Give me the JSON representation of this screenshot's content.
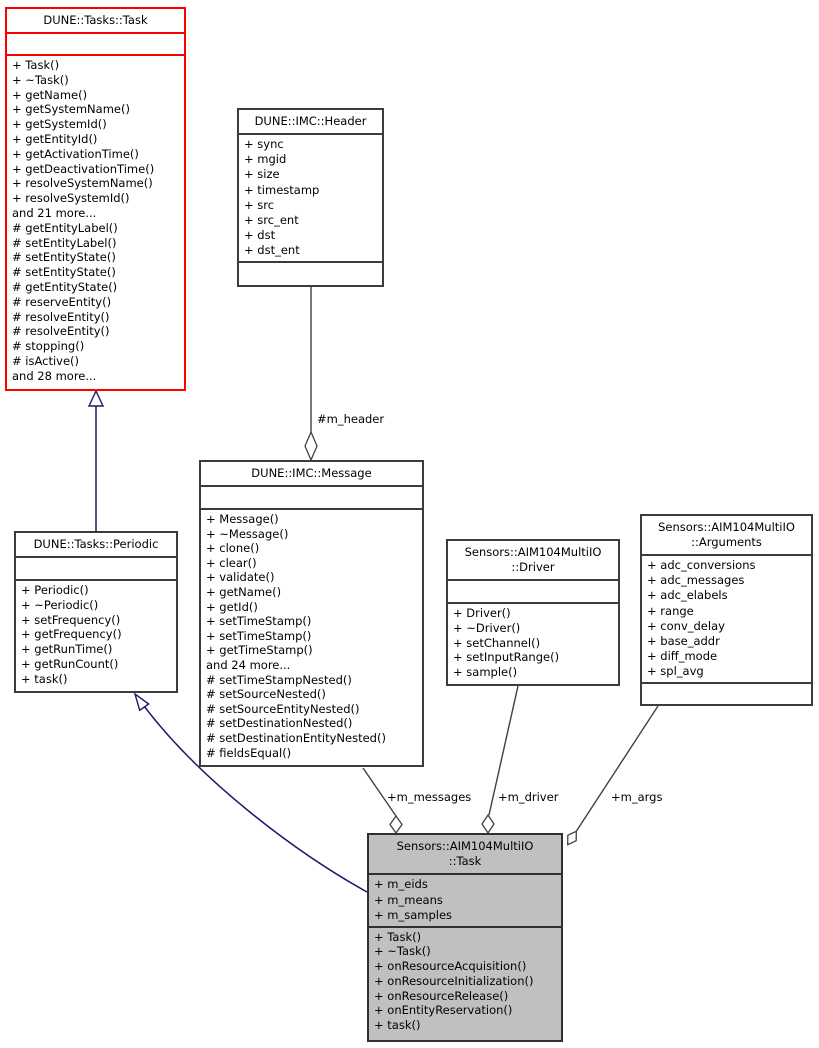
{
  "diagram": {
    "type": "uml-collaboration-diagram",
    "colors": {
      "highlight_border": "#ff0000",
      "node_border": "#3c3c3c",
      "node_fill": "#ffffff",
      "current_node_fill": "#c0c0c0",
      "inheritance_edge": "#191970",
      "aggregation_edge": "#404040",
      "text": "#000000"
    }
  },
  "classes": {
    "dune_tasks_task": {
      "title": "DUNE::Tasks::Task",
      "attributes": [],
      "methods": [
        "+ Task()",
        "+ ~Task()",
        "+ getName()",
        "+ getSystemName()",
        "+ getSystemId()",
        "+ getEntityId()",
        "+ getActivationTime()",
        "+ getDeactivationTime()",
        "+ resolveSystemName()",
        "+ resolveSystemId()",
        "and 21 more...",
        "# getEntityLabel()",
        "# setEntityLabel()",
        "# setEntityState()",
        "# setEntityState()",
        "# getEntityState()",
        "# reserveEntity()",
        "# resolveEntity()",
        "# resolveEntity()",
        "# stopping()",
        "# isActive()",
        "and 28 more..."
      ]
    },
    "dune_imc_header": {
      "title": "DUNE::IMC::Header",
      "attributes": [
        "+ sync",
        "+ mgid",
        "+ size",
        "+ timestamp",
        "+ src",
        "+ src_ent",
        "+ dst",
        "+ dst_ent"
      ],
      "methods": []
    },
    "dune_imc_message": {
      "title": "DUNE::IMC::Message",
      "attributes": [],
      "methods": [
        "+ Message()",
        "+ ~Message()",
        "+ clone()",
        "+ clear()",
        "+ validate()",
        "+ getName()",
        "+ getId()",
        "+ setTimeStamp()",
        "+ setTimeStamp()",
        "+ getTimeStamp()",
        "and 24 more...",
        "# setTimeStampNested()",
        "# setSourceNested()",
        "# setSourceEntityNested()",
        "# setDestinationNested()",
        "# setDestinationEntityNested()",
        "# fieldsEqual()"
      ]
    },
    "dune_tasks_periodic": {
      "title": "DUNE::Tasks::Periodic",
      "attributes": [],
      "methods": [
        "+ Periodic()",
        "+ ~Periodic()",
        "+ setFrequency()",
        "+ getFrequency()",
        "+ getRunTime()",
        "+ getRunCount()",
        "+ task()"
      ]
    },
    "sensors_driver": {
      "title_line1": "Sensors::AIM104MultiIO",
      "title_line2": "::Driver",
      "attributes": [],
      "methods": [
        "+ Driver()",
        "+ ~Driver()",
        "+ setChannel()",
        "+ setInputRange()",
        "+ sample()"
      ]
    },
    "sensors_arguments": {
      "title_line1": "Sensors::AIM104MultiIO",
      "title_line2": "::Arguments",
      "attributes": [
        "+ adc_conversions",
        "+ adc_messages",
        "+ adc_elabels",
        "+ range",
        "+ conv_delay",
        "+ base_addr",
        "+ diff_mode",
        "+ spl_avg"
      ],
      "methods": []
    },
    "sensors_task": {
      "title_line1": "Sensors::AIM104MultiIO",
      "title_line2": "::Task",
      "attributes": [
        "+ m_eids",
        "+ m_means",
        "+ m_samples"
      ],
      "methods": [
        "+ Task()",
        "+ ~Task()",
        "+ onResourceAcquisition()",
        "+ onResourceInitialization()",
        "+ onResourceRelease()",
        "+ onEntityReservation()",
        "+ task()"
      ]
    }
  },
  "edges": [
    {
      "from": "DUNE::IMC::Header",
      "to": "DUNE::IMC::Message",
      "type": "aggregation",
      "label": "#m_header"
    },
    {
      "from": "DUNE::Tasks::Periodic",
      "to": "DUNE::Tasks::Task",
      "type": "inheritance",
      "label": ""
    },
    {
      "from": "Sensors::AIM104MultiIO::Task",
      "to": "DUNE::Tasks::Periodic",
      "type": "inheritance",
      "label": ""
    },
    {
      "from": "DUNE::IMC::Message",
      "to": "Sensors::AIM104MultiIO::Task",
      "type": "aggregation",
      "label": "+m_messages"
    },
    {
      "from": "Sensors::AIM104MultiIO::Driver",
      "to": "Sensors::AIM104MultiIO::Task",
      "type": "aggregation",
      "label": "+m_driver"
    },
    {
      "from": "Sensors::AIM104MultiIO::Arguments",
      "to": "Sensors::AIM104MultiIO::Task",
      "type": "aggregation",
      "label": "+m_args"
    }
  ]
}
